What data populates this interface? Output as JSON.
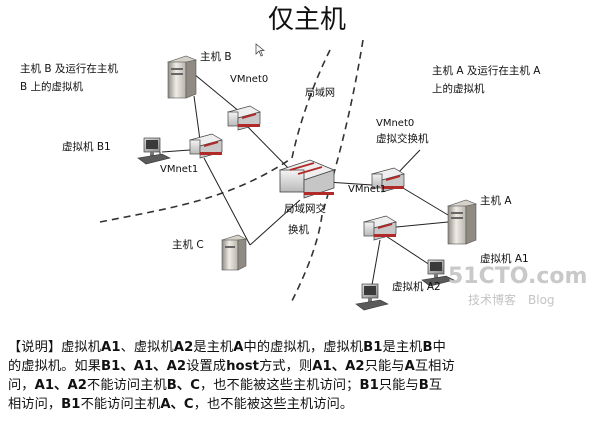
{
  "title": "仅主机",
  "labels": {
    "hostB": "主机 B",
    "hostB_desc_1": "主机 B 及运行在主机",
    "hostB_desc_2": "B 上的虚拟机",
    "vmnet0_left": "VMnet0",
    "lan": "局域网",
    "vmB1": "虚拟机 B1",
    "vmnet1": "VMnet1",
    "switch_1": "局域网交",
    "switch_2": "换机",
    "hostC": "主机 C",
    "hostA_desc_1": "主机 A 及运行在主机 A",
    "hostA_desc_2": "上的虚拟机",
    "vmnet0_right": "VMnet0",
    "vswitch": "虚拟交换机",
    "vmnet1_right": "VMnet1",
    "hostA": "主机 A",
    "vmA1": "虚拟机 A1",
    "vmA2": "虚拟机 A2"
  },
  "watermark": {
    "site": "51CTO.com",
    "sub": "技术博客",
    "blog": "Blog"
  },
  "description": {
    "l1a": "【说明】虚拟机",
    "l1b": "A1",
    "l1c": "、虚拟机",
    "l1d": "A2",
    "l1e": "是主机",
    "l1f": "A",
    "l1g": "中的虚拟机，虚拟机",
    "l1h": "B1",
    "l1i": "是主机",
    "l1j": "B",
    "l1k": "中",
    "l2a": "的虚拟机。如果",
    "l2b": "B1、A1、A2",
    "l2c": "设置成",
    "l2d": "host",
    "l2e": "方式，则",
    "l2f": "A1、A2",
    "l2g": "只能与",
    "l2h": "A",
    "l2i": "互相访",
    "l3a": "问，",
    "l3b": "A1、A2",
    "l3c": "不能访问主机",
    "l3d": "B、C",
    "l3e": "，也不能被这些主机访问；",
    "l3f": "B1",
    "l3g": "只能与",
    "l3h": "B",
    "l3i": "互",
    "l4a": "相访问，",
    "l4b": "B1",
    "l4c": "不能访问主机",
    "l4d": "A、C",
    "l4e": "，也不能被这些主机访问。"
  }
}
